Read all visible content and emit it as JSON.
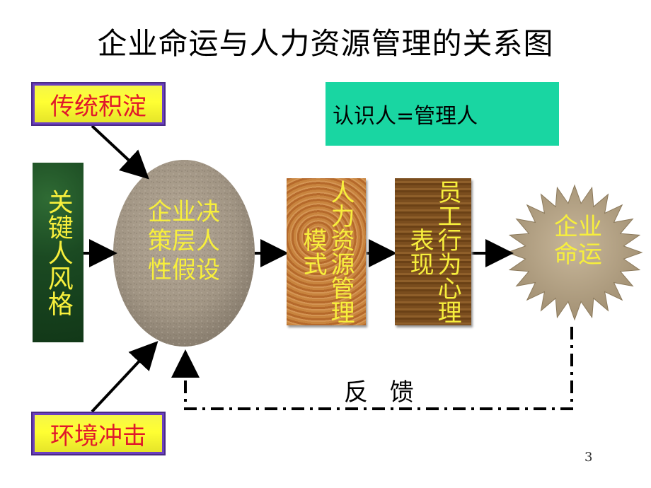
{
  "title": "企业命运与人力资源管理的关系图",
  "note": "认识人=管理人",
  "inputs": {
    "tradition": "传统积淀",
    "key_style": "关键人风格",
    "environment": "环境冲击"
  },
  "nodes": {
    "assumption": "企业决策层人性假设",
    "assumption_lines": [
      "企业决",
      "策层人",
      "性假设"
    ],
    "hr_model": "人力资源管理模式",
    "staff": "员工行为心理表现",
    "fate": "企业命运",
    "fate_lines": [
      "企业",
      "命运"
    ]
  },
  "feedback": "反 馈",
  "page_number": "3"
}
